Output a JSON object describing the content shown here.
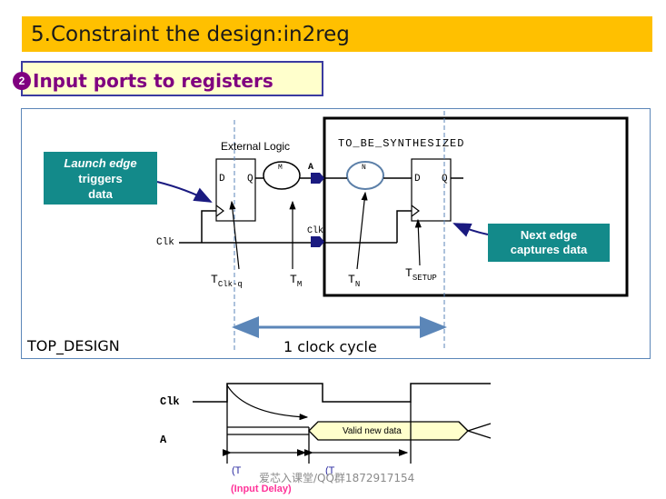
{
  "slide": {
    "title": "5.Constraint the design:in2reg",
    "subtitle": "Input ports to registers",
    "badge": "2"
  },
  "diagram": {
    "external_logic": "External Logic",
    "to_be_synth": "TO_BE_SYNTHESIZED",
    "top_design": "TOP_DESIGN",
    "clock_cycle": "1 clock cycle",
    "launch_lines": [
      "Launch edge",
      "triggers",
      "data"
    ],
    "next_lines": [
      "Next edge",
      "captures data"
    ],
    "ff1_d": "D",
    "ff1_q": "Q",
    "ff2_d": "D",
    "ff2_q": "Q",
    "m_label": "M",
    "n_label": "N",
    "port_a": "A",
    "port_clk": "Clk",
    "clk_in": "Clk",
    "t_clkq": "T",
    "t_clkq_sub": "Clk-q",
    "t_m": "T",
    "t_m_sub": "M",
    "t_n": "T",
    "t_n_sub": "N",
    "t_setup": "T",
    "t_setup_sub": "SETUP"
  },
  "waveform": {
    "clk_label": "Clk",
    "a_label": "A",
    "valid_label": "Valid new data",
    "expr_left": "(T",
    "expr_right": "(T",
    "watermark": "爱芯入课堂/QQ群1872917154",
    "input_delay": "(Input Delay)"
  },
  "colors": {
    "title_bg": "#ffc000",
    "subtitle_text": "#800080",
    "callout_bg": "#138a8a",
    "accent_blue": "#5b86b8",
    "arrow_navy": "#1a1a80",
    "input_delay_text": "#ff3399"
  }
}
